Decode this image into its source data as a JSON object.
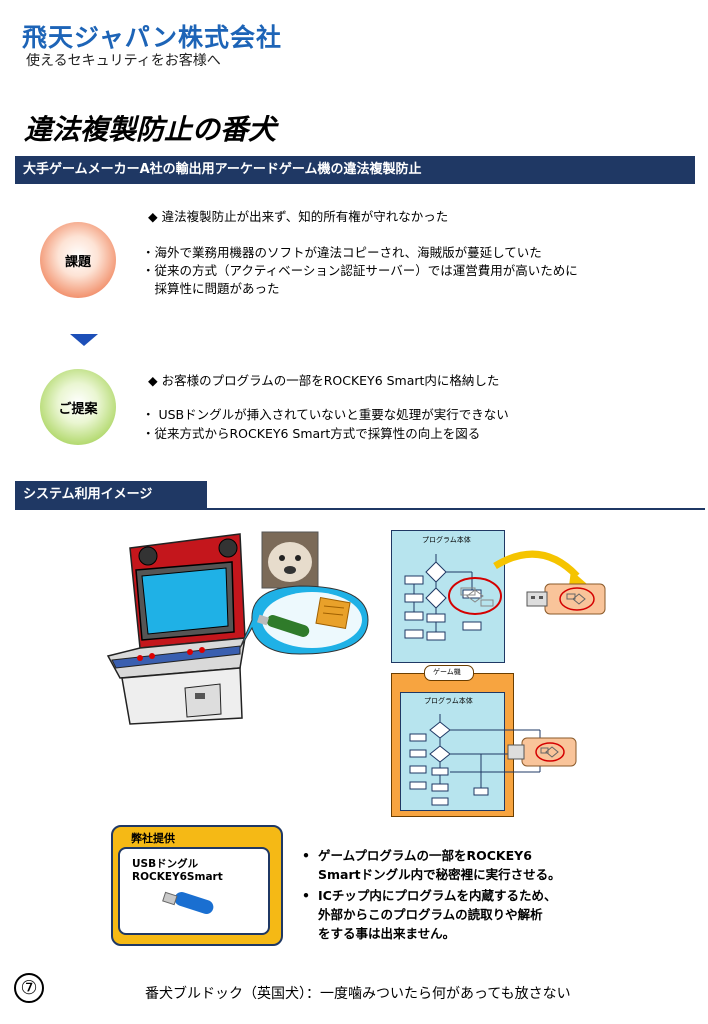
{
  "header": {
    "company": "飛天ジャパン株式会社",
    "tagline": "使えるセキュリティをお客様へ"
  },
  "page_title": "違法複製防止の番犬",
  "banner": "大手ゲームメーカーA社の輸出用アーケードゲーム機の違法複製防止",
  "issue": {
    "label": "課題",
    "headline": "◆ 違法複製防止が出来ず、知的所有権が守れなかった",
    "line1": "・海外で業務用機器のソフトが違法コピーされ、海賊版が蔓延していた",
    "line2": "・従来の方式（アクティベーション認証サーバー）では運営費用が高いために",
    "line3": "　採算性に問題があった"
  },
  "proposal": {
    "label": "ご提案",
    "headline": "◆ お客様のプログラムの一部をROCKEY6 Smart内に格納した",
    "line1": "・ USBドングルが挿入されていないと重要な処理が実行できない",
    "line2": "・従来方式からROCKEY6 Smart方式で採算性の向上を図る"
  },
  "system_tab": "システム利用イメージ",
  "diagram": {
    "program_body": "プログラム本体",
    "game_machine": "ゲーム機",
    "program_body2": "プログラム本体"
  },
  "provided": {
    "label": "弊社提供",
    "item1": "USBドングル",
    "item2": "ROCKEY6Smart"
  },
  "bullets": {
    "b1_l1": "ゲームプログラムの一部をROCKEY6",
    "b1_l2": "Smartドングル内で秘密裡に実行させる。",
    "b2_l1": "ICチップ内にプログラムを内蔵するため、",
    "b2_l2": "外部からこのプログラムの読取りや解析",
    "b2_l3": "をする事は出来ません。"
  },
  "page_number": "⑦",
  "footer": "番犬ブルドック（英国犬）：一度噛みついたら何があっても放さない",
  "colors": {
    "brand_blue": "#1d64b7",
    "navy": "#1f3864",
    "issue_red": "#e8583a",
    "proposal_green": "#8cc63f",
    "machine_orange": "#f7a440",
    "provide_yellow": "#f5b915"
  }
}
